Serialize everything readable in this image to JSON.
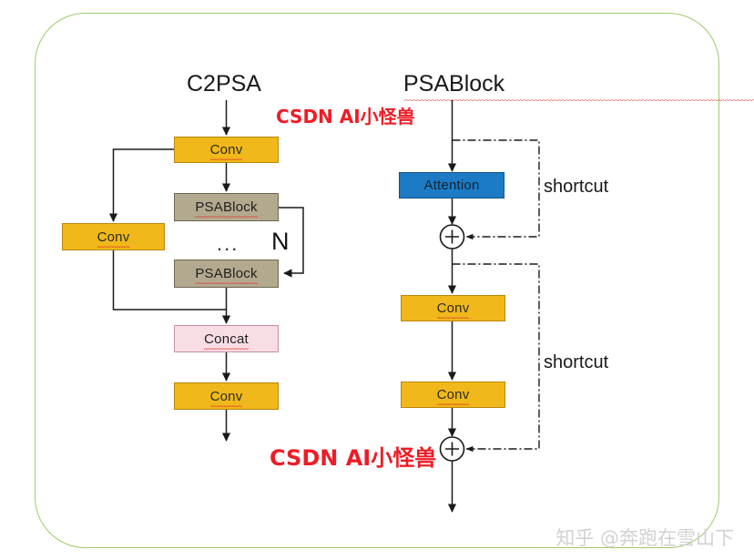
{
  "diagram": {
    "title_left": "C2PSA",
    "title_right": "PSABlock",
    "repeat_label": "N",
    "ellipsis": "...",
    "shortcut_label_top": "shortcut",
    "shortcut_label_bottom": "shortcut",
    "plus_symbol": "+",
    "colors": {
      "frame_green": "#9fca6a",
      "conv_yellow": "#f0b81a",
      "psablock_tan": "#b3a98f",
      "concat_pink": "#f9dde5",
      "attention_blue": "#1c7bc4",
      "watermark_red": "#ee1c25",
      "line_black": "#1a1a1a"
    },
    "left_blocks": [
      {
        "id": "conv-top",
        "label": "Conv",
        "type": "conv"
      },
      {
        "id": "conv-branch",
        "label": "Conv",
        "type": "conv"
      },
      {
        "id": "psablock-first",
        "label": "PSABlock",
        "type": "psa"
      },
      {
        "id": "psablock-last",
        "label": "PSABlock",
        "type": "psa"
      },
      {
        "id": "concat",
        "label": "Concat",
        "type": "concat"
      },
      {
        "id": "conv-out",
        "label": "Conv",
        "type": "conv"
      }
    ],
    "right_blocks": [
      {
        "id": "attention",
        "label": "Attention",
        "type": "attention"
      },
      {
        "id": "conv-1",
        "label": "Conv",
        "type": "conv"
      },
      {
        "id": "conv-2",
        "label": "Conv",
        "type": "conv"
      }
    ]
  },
  "watermarks": {
    "top": "CSDN AI小怪兽",
    "bottom": "CSDN AI小怪兽",
    "attribution": "知乎 @奔跑在雪山下"
  }
}
